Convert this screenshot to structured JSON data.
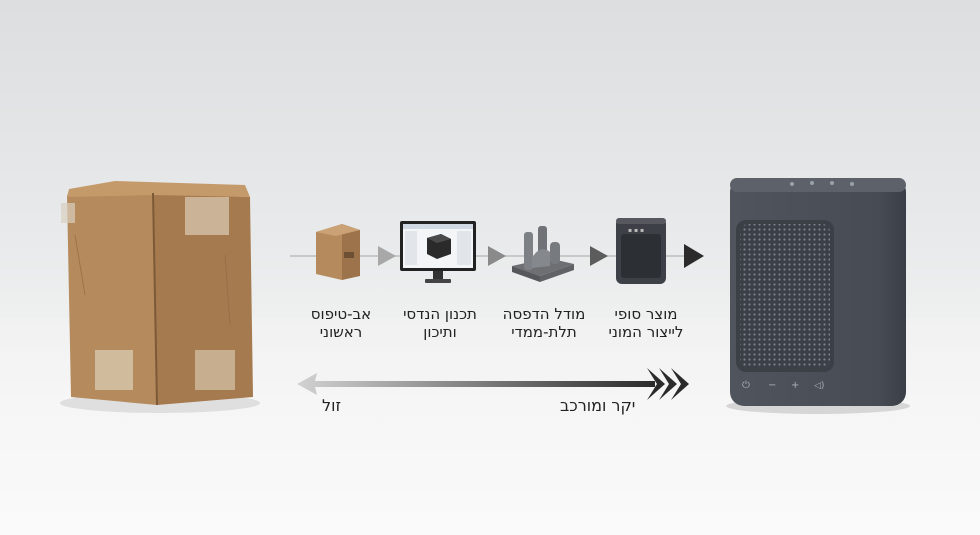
{
  "stages": [
    {
      "line1": "אב-טיפוס",
      "line2": "ראשוני"
    },
    {
      "line1": "תכנון הנדסי",
      "line2": "ותיכון"
    },
    {
      "line1": "מודל הדפסה",
      "line2": "תלת-ממדי"
    },
    {
      "line1": "מוצר סופי",
      "line2": "לייצור המוני"
    }
  ],
  "scale": {
    "low_label": "זול",
    "high_label": "יקר ומורכב"
  },
  "colors": {
    "cardboard": "#b58a5c",
    "speaker_body": "#4b5059",
    "arrow_dark": "#2b2b2b",
    "arrow_light": "#9a9a9a"
  }
}
